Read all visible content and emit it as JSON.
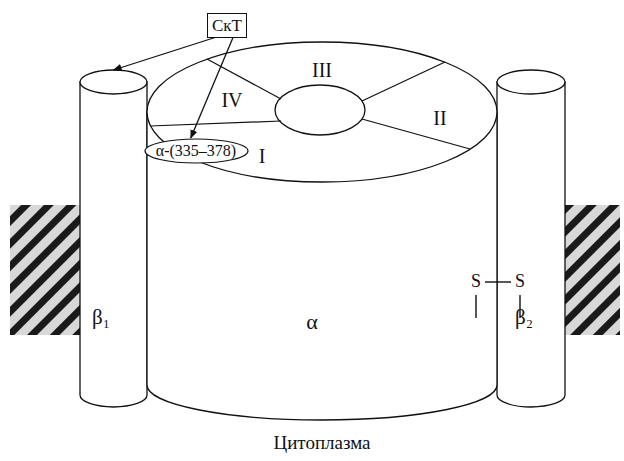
{
  "diagram": {
    "nodes": [
      {
        "text": [
          "СкТ"
        ]
      },
      {
        "text": [
          "β₁"
        ]
      },
      {
        "text": [
          "α"
        ]
      },
      {
        "text": [
          "β₂"
        ]
      },
      {
        "text": [
          "α-(335–378)"
        ],
        "in": 2
      }
    ],
    "edges": [
      {
        "from": 0,
        "to": 1,
        "arrow": "to"
      },
      {
        "from": 0,
        "to": 4,
        "arrow": "to"
      }
    ],
    "labels": [
      "I",
      "II",
      "III",
      "IV",
      "S",
      "S",
      "Цитоплазма"
    ]
  }
}
